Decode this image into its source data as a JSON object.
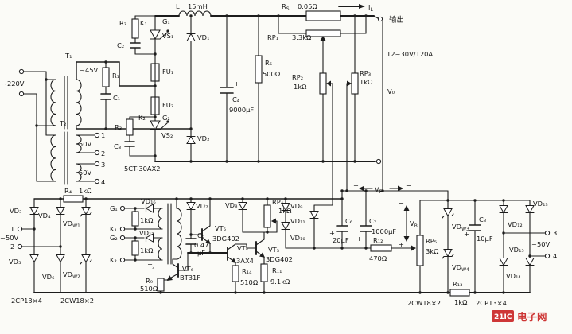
{
  "meta": {
    "model": "5CT-30AX2",
    "output_rating": "12~30V/120A"
  },
  "labels": {
    "ac_input": "~220V",
    "t1": "T₁",
    "t1_sec": "~45V",
    "t2": "T₂",
    "t3": "T₃",
    "r1": "R₁",
    "c1": "C₁",
    "r2": "R₂",
    "c2": "C₂",
    "r3": "R₃",
    "c3": "C₃",
    "k1": "K₁",
    "g1": "G₁",
    "vs1": "VS₁",
    "fu1": "FU₁",
    "k2": "K₂",
    "g2": "G₂",
    "vs2": "VS₂",
    "fu2": "FU₂",
    "tap1": "1",
    "tap2": "2",
    "tap3": "3",
    "tap4": "4",
    "sec50a": "50V",
    "sec50b": "50V",
    "rect_model": "5CT-30AX2",
    "vd1": "VD₁",
    "vd2": "VD₂",
    "ind": "L",
    "ind_val": "15mH",
    "rs_b": "R",
    "rs_s": "S",
    "rs_val": "0.05Ω",
    "rp1": "RP₁",
    "rp1_val": "3.3kΩ",
    "r5": "R₅",
    "r5_val": "500Ω",
    "c4": "C₄",
    "c4_val": "9000µF",
    "c4_plus": "+",
    "il_b": "I",
    "il_s": "L",
    "output_cn": "输出",
    "rating": "12~30V/120A",
    "rp2": "RP₂",
    "rp2_val": "1kΩ",
    "rp3": "RP₃",
    "rp3_val": "1kΩ",
    "vo": "V₀",
    "r4": "R₄",
    "r4_val": "1kΩ",
    "vd3": "VD₃",
    "vd4": "VD₄",
    "vd5": "VD₅",
    "vd6": "VD₆",
    "vdw1_b": "VD",
    "vdw1_s": "W1",
    "vdw2_b": "VD",
    "vdw2_s": "W2",
    "vdw3_b": "VD",
    "vdw3_s": "W3",
    "vdw4_b": "VD",
    "vdw4_s": "W4",
    "t_left1": "1",
    "t_left2": "2",
    "ac_left": "~50V",
    "dmodel_left": "2CP13×4",
    "zmodel_left": "2CW18×2",
    "g1t": "G₁",
    "k1t": "K₁",
    "g2t": "G₂",
    "k2t": "K₂",
    "rg1_val": "1kΩ",
    "rg2_val": "1kΩ",
    "vd16": "VD₁₆",
    "vd17": "VD₁₇",
    "vt6": "VT₆",
    "vt6_model": "BT31F",
    "r9": "R₉",
    "r9_val": "510Ω",
    "vd7": "VD₇",
    "c5": "C₅",
    "c5_val": "0.47",
    "c5_unit": "µF",
    "vd8": "VD₈",
    "vt5": "VT₅",
    "vt5_model": "3DG402",
    "vt4": "VT₄",
    "vt4_model": "3AX4",
    "r14": "R₁₄",
    "r14_val": "510Ω",
    "rp4": "RP₄",
    "rp4_val": "1kΩ",
    "vd9": "VD₉",
    "vd10": "VD₁₀",
    "vd11": "VD₁₁",
    "vt3": "VT₃",
    "vt3_model": "3DG402",
    "r11": "R₁₁",
    "r11_val": "9.1kΩ",
    "c6": "C₆",
    "c6_val": "20µF",
    "c6_plus": "+",
    "c7": "C₇",
    "c7_val": "1000µF",
    "c7_plus": "+",
    "vf_b": "V",
    "vf_s": "F",
    "vf_plus": "+",
    "vf_minus": "−",
    "r12": "R₁₂",
    "r12_val": "470Ω",
    "vb_b": "V",
    "vb_s": "B",
    "vb_plus": "+",
    "vb_minus": "−",
    "rp5": "RP₅",
    "rp5_val": "3kΩ",
    "r13": "R₁₃",
    "r13_val": "1kΩ",
    "c8": "C₈",
    "c8_val": "10µF",
    "c8_plus": "+",
    "vd12": "VD₁₂",
    "vd13": "VD₁₃",
    "vd14": "VD₁₄",
    "vd15": "VD₁₅",
    "t_right3": "3",
    "t_right4": "4",
    "ac_right": "~50V",
    "zmodel_right": "2CW18×2",
    "dmodel_right": "2CP13×4"
  },
  "watermark": {
    "logo": "21IC",
    "text": "电子网"
  }
}
